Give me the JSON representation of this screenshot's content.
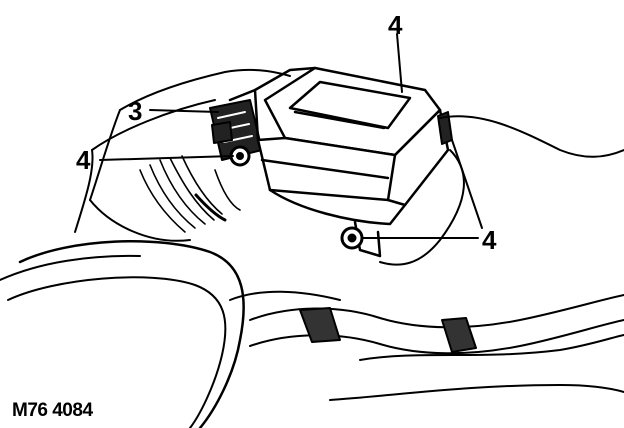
{
  "diagram": {
    "callouts": {
      "top": "4",
      "upper_left": "3",
      "left": "4",
      "right": "4"
    },
    "figure_code": "M76 4084"
  }
}
